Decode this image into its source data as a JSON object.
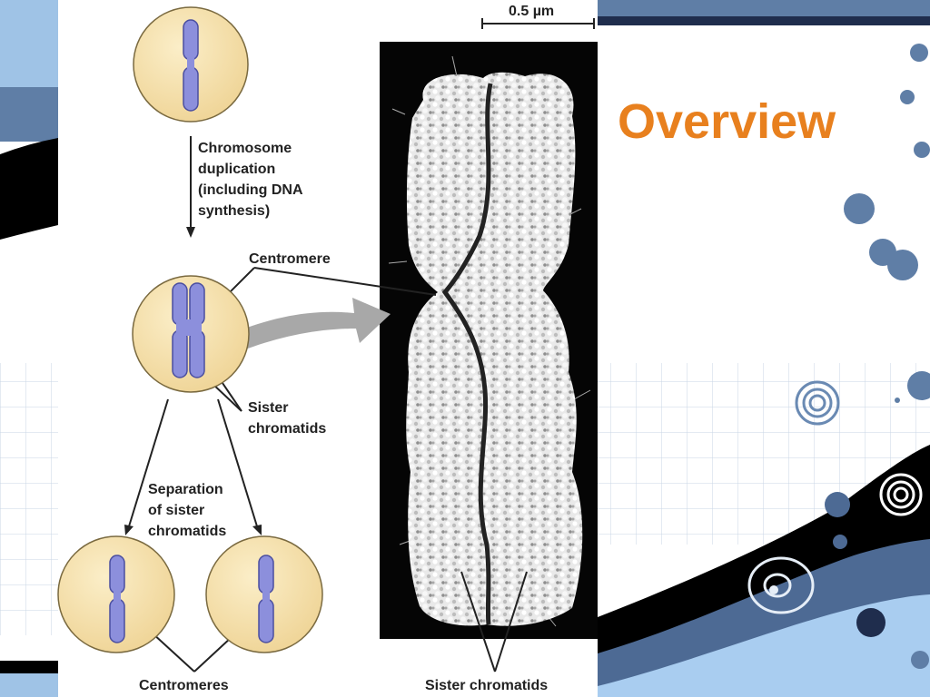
{
  "slide": {
    "title": "Overview"
  },
  "figure": {
    "scale_label": "0.5 µm",
    "step1_label": [
      "Chromosome",
      "duplication",
      "(including DNA",
      "synthesis)"
    ],
    "centromere_label": "Centromere",
    "sister_chromatids_label": [
      "Sister",
      "chromatids"
    ],
    "separation_label": [
      "Separation",
      "of sister",
      "chromatids"
    ],
    "centromeres_label": "Centromeres",
    "sister_chromatids_bottom_label": "Sister chromatids"
  },
  "colors": {
    "title": "#e8801e",
    "chromosome": "#8c8fdc",
    "cell": "#f3dfa6",
    "navy": "#1f2d4d",
    "steel_blue": "#5f7ea6",
    "light_blue": "#a9cdf0"
  }
}
